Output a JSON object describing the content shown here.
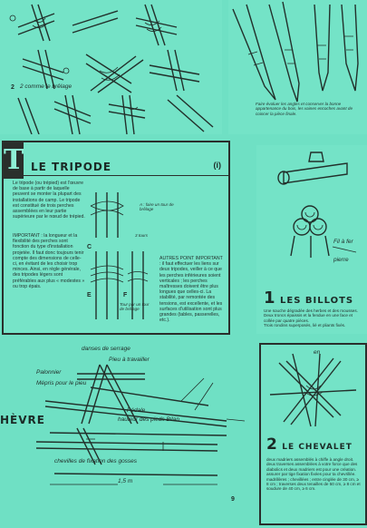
{
  "tripode": {
    "section_letter": "T",
    "title": "LE TRIPODE",
    "section_num": "(i)",
    "intro": "Le tripode (ou trépied) est l'œuvre de base à partir de laquelle peuvent se monter la plupart des installations de camp. Le tripode est constitué de trois perches assemblées en leur partie supérieure par le nœud de trépied.",
    "important": "IMPORTANT : la longueur et la flexibilité des perches sont fonction du type d'installation projetée. Il faut donc toujours tenir compte des dimensions de celle-ci, en évitant de les choisir trop minces. Ainsi, en règle générale, des tripodes légers sont préférables aux plus « modestes » ou trop épais.",
    "autres": "AUTRES POINT IMPORTANT : il faut effectuer les liens sur deux tripodes, veiller à ce que les perches inférieures soient verticales ; les perches maîtresses doivent être plus longues que celles-ci. La stabilité, par remontée des tensions, est excellente, et les surfaces d'utilisation sont plus grandes (tables, passerelles, etc.).",
    "label_faire": "A : faire un tour de brêlage",
    "label_3tours": "3 tours",
    "label_tour_perches": "Tour par un tour de brêlage"
  },
  "top": {
    "label_comme": "2 comme le brêlage",
    "caption_right": "Faire évoluer les angles et conserver la bonne appartenance du bois, les vaines encoches avant de coincer la pièce finale."
  },
  "chevre": {
    "title": "HÈVRE",
    "labels": {
      "danses": "danses de serrage",
      "pieu": "Pieu à travailler",
      "palonnier": "Palonnier",
      "mepris": "Mépris pour le pieu",
      "pedale": "Pédale",
      "hauteur": "hauteur des pieds Bilan",
      "chevilles": "chevilles de fixation des gosses"
    },
    "page_num": "9",
    "dim_a": "1,5 m"
  },
  "billots": {
    "label_pierre": "pierre",
    "label_fil": "Fil à fer",
    "num": "1",
    "title": "LES BILLOTS",
    "items": [
      "Une souche dégradée des herbes et des mousses.",
      "Deux troncs épaissis et la fendue en une face et collée par quatre pièces.",
      "Trois rondins superposés, lié et pliants fixés."
    ]
  },
  "chevalet": {
    "num": "2",
    "title": "LE CHEVALET",
    "label_ch": "en",
    "items": [
      "deux madriers assemblés à chiffe à angle droit.",
      "deux traverses assemblées à votre force que des diabolics et deux madriers est pour une création.",
      "assurer par tige fixation fixées pour ta chevrillée.",
      "madrillères ; chevillées ; entre cinglée de 30 cm, ≥ 8 cm ; traverses deux tenailles de 50 cm, ≥ 8 cm et soudure de 40 cm, ≥ 6 cm."
    ]
  }
}
